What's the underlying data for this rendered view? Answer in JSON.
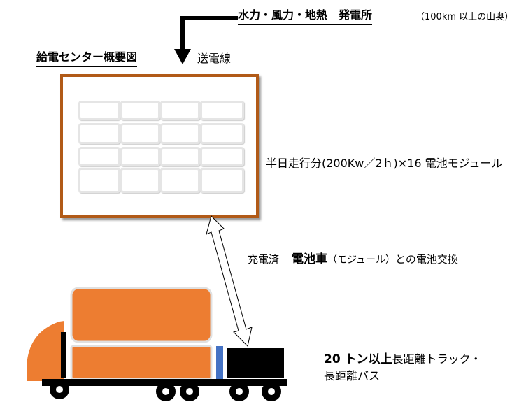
{
  "header": {
    "source_title": "水力・風力・地熱　発電所",
    "source_note": "（100km 以上の山奥）",
    "center_title": "給電センター概要図",
    "line_label": "送電線"
  },
  "battery_grid": {
    "rows": 4,
    "cols": 4,
    "label": "半日走行分(200Kw／2ｈ)×16 電池モジュール"
  },
  "exchange": {
    "prefix": "充電済",
    "bold": "電池車",
    "mid": "（モジュール）",
    "suffix": "との電池交換"
  },
  "vehicle": {
    "bold": "20 トン以上",
    "line1_rest": "長距離トラック・",
    "line2": "長距離バス"
  },
  "colors": {
    "box_border": "#b15a17",
    "truck_orange": "#ed7d31",
    "truck_blue": "#4472c4",
    "black": "#000000"
  }
}
